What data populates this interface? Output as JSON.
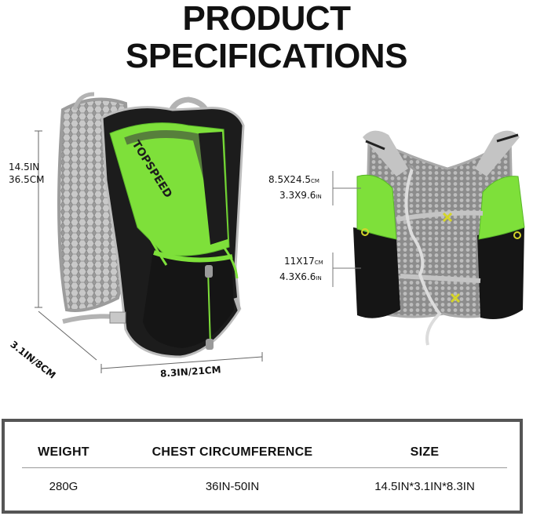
{
  "header": {
    "line1": "PRODUCT",
    "line2": "SPECIFICATIONS"
  },
  "dimensions": {
    "height_in": "14.5IN",
    "height_cm": "36.5CM",
    "depth": "3.1IN/8CM",
    "width": "8.3IN/21CM"
  },
  "pockets": {
    "upper_cm_main": "8.5X24.5",
    "upper_cm_unit": "CM",
    "upper_in_main": "3.3X9.6",
    "upper_in_unit": "IN",
    "lower_cm_main": "11X17",
    "lower_cm_unit": "CM",
    "lower_in_main": "4.3X6.6",
    "lower_in_unit": "IN"
  },
  "brand": {
    "logo_text": "TOPSPEED"
  },
  "specs": {
    "headers": [
      "WEIGHT",
      "CHEST CIRCUMFERENCE",
      "SIZE"
    ],
    "values": [
      "280G",
      "36IN-50IN",
      "14.5IN*3.1IN*8.3IN"
    ]
  },
  "colors": {
    "accent_green": "#7ee03a",
    "bag_black": "#1c1c1c",
    "strap_gray": "#b8b8b8",
    "frame": "#555555"
  }
}
